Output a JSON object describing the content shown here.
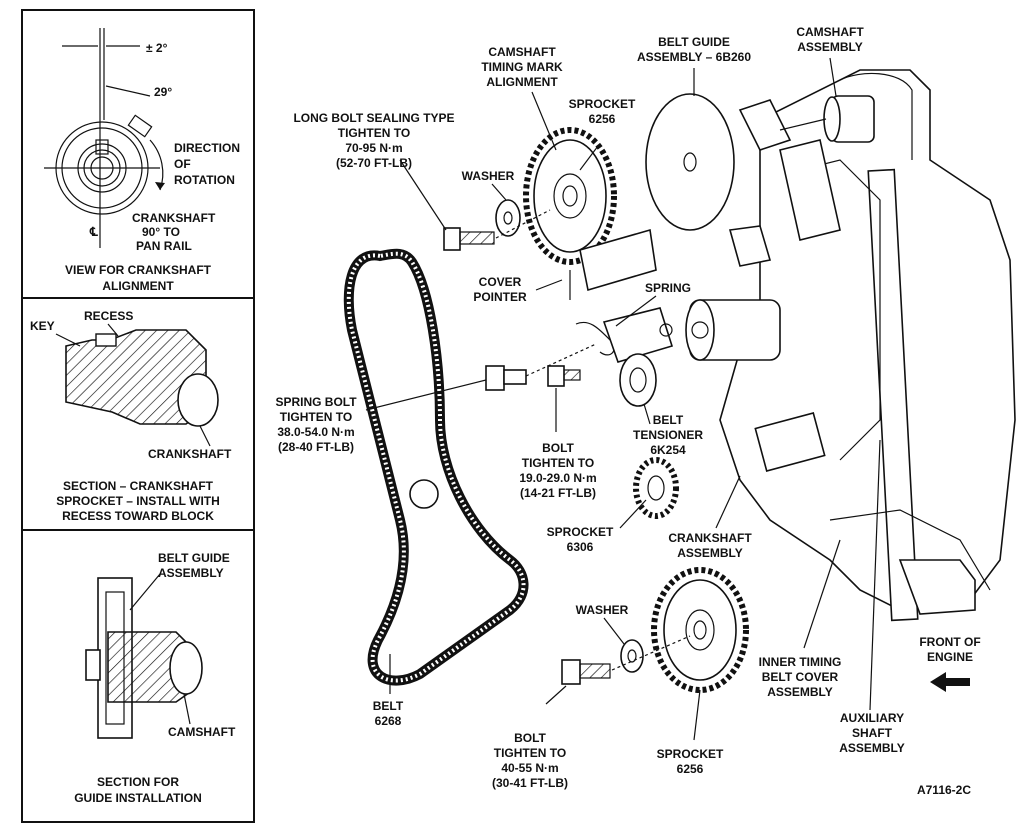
{
  "figure_id": "A7116-2C",
  "panels": {
    "crank_view": {
      "angle_plus_minus": "± 2°",
      "angle_main": "29°",
      "direction": [
        "DIRECTION",
        "OF",
        "ROTATION"
      ],
      "crank_text": [
        "CRANKSHAFT",
        "90° TO",
        "PAN RAIL"
      ],
      "centerline": "℄",
      "caption": [
        "VIEW FOR CRANKSHAFT",
        "ALIGNMENT"
      ]
    },
    "sprocket_section": {
      "key": "KEY",
      "recess": "RECESS",
      "crankshaft": "CRANKSHAFT",
      "caption": [
        "SECTION – CRANKSHAFT",
        "SPROCKET – INSTALL WITH",
        "RECESS TOWARD BLOCK"
      ]
    },
    "guide_section": {
      "belt_guide": [
        "BELT GUIDE",
        "ASSEMBLY"
      ],
      "camshaft": "CAMSHAFT",
      "caption": [
        "SECTION FOR",
        "GUIDE INSTALLATION"
      ]
    }
  },
  "labels": {
    "camshaft_timing": [
      "CAMSHAFT",
      "TIMING MARK",
      "ALIGNMENT"
    ],
    "belt_guide": [
      "BELT GUIDE",
      "ASSEMBLY – 6B260"
    ],
    "camshaft_assembly": [
      "CAMSHAFT",
      "ASSEMBLY"
    ],
    "long_bolt": [
      "LONG BOLT SEALING TYPE",
      "TIGHTEN TO",
      "70-95 N·m",
      "(52-70 FT-LB)"
    ],
    "sprocket_top": [
      "SPROCKET",
      "6256"
    ],
    "washer_top": "WASHER",
    "cover_pointer": [
      "COVER",
      "POINTER"
    ],
    "spring": "SPRING",
    "spring_bolt": [
      "SPRING BOLT",
      "TIGHTEN TO",
      "38.0-54.0 N·m",
      "(28-40 FT-LB)"
    ],
    "bolt_mid": [
      "BOLT",
      "TIGHTEN TO",
      "19.0-29.0 N·m",
      "(14-21 FT-LB)"
    ],
    "belt_tensioner": [
      "BELT",
      "TENSIONER",
      "6K254"
    ],
    "sprocket_mid": [
      "SPROCKET",
      "6306"
    ],
    "crankshaft_assembly": [
      "CRANKSHAFT",
      "ASSEMBLY"
    ],
    "washer_bottom": "WASHER",
    "inner_cover": [
      "INNER TIMING",
      "BELT COVER",
      "ASSEMBLY"
    ],
    "front_engine": [
      "FRONT OF",
      "ENGINE"
    ],
    "belt": [
      "BELT",
      "6268"
    ],
    "bolt_bottom": [
      "BOLT",
      "TIGHTEN TO",
      "40-55 N·m",
      "(30-41 FT-LB)"
    ],
    "sprocket_bottom": [
      "SPROCKET",
      "6256"
    ],
    "aux_shaft": [
      "AUXILIARY",
      "SHAFT",
      "ASSEMBLY"
    ]
  }
}
